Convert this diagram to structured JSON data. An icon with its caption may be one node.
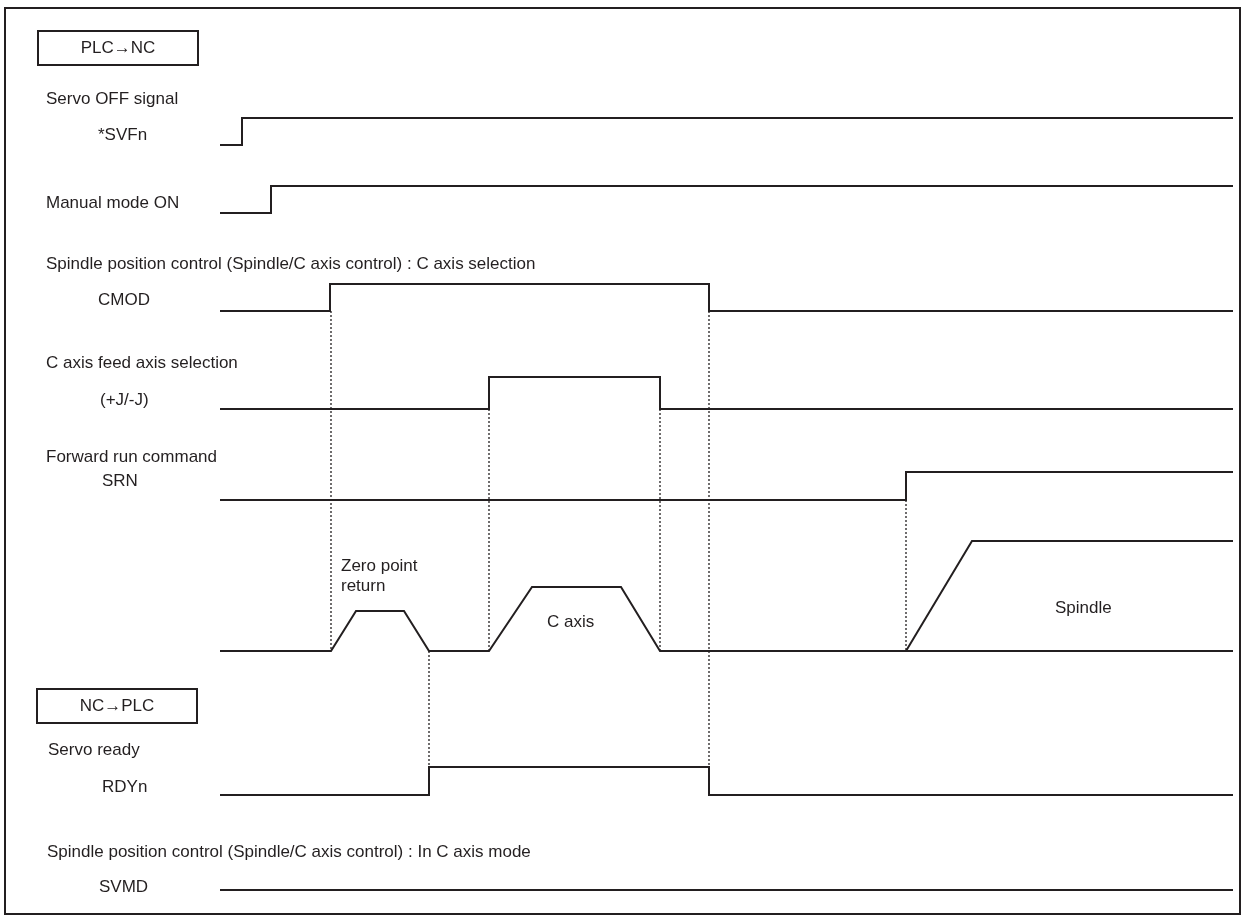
{
  "diagram": {
    "nodes": [
      {
        "text": [
          "PLC→NC"
        ]
      },
      {
        "text": [
          "NC→PLC"
        ]
      }
    ],
    "labels": [
      "Servo OFF signal",
      "*SVFn",
      "Manual mode ON",
      "Spindle position control (Spindle/C axis control) : C axis selection",
      "CMOD",
      "C axis feed axis selection",
      "(+J/-J)",
      "Forward run command",
      "SRN",
      "Zero point return",
      "C axis",
      "Spindle",
      "Servo ready",
      "RDYn",
      "Spindle position control (Spindle/C axis control) : In C axis mode",
      "SVMD"
    ]
  }
}
